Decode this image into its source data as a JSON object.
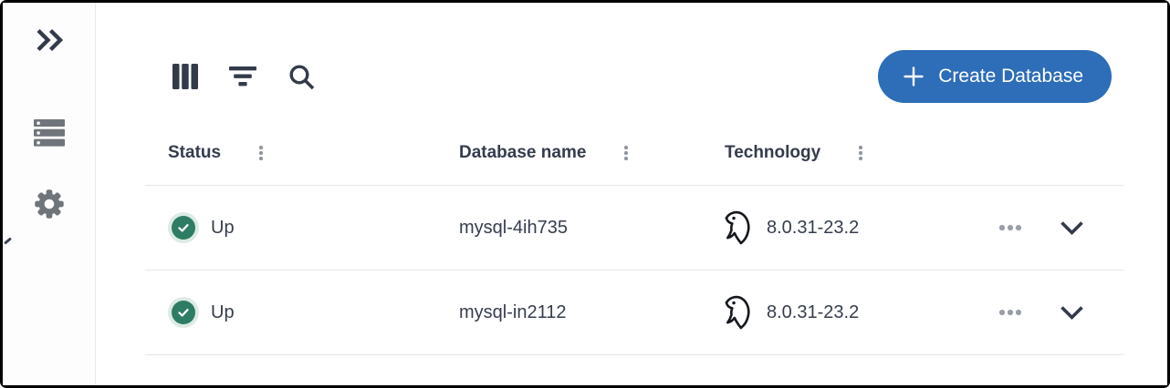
{
  "sidebar": {
    "items": [
      {
        "id": "expand",
        "icon": "double-chevron-right-icon"
      },
      {
        "id": "databases",
        "icon": "server-icon"
      },
      {
        "id": "settings",
        "icon": "gear-icon"
      }
    ]
  },
  "toolbar": {
    "icons": [
      "columns-icon",
      "filter-icon",
      "search-icon"
    ],
    "create_button_label": "Create Database",
    "create_button_icon": "plus-icon"
  },
  "table": {
    "columns": [
      {
        "label": "Status"
      },
      {
        "label": "Database name"
      },
      {
        "label": "Technology"
      }
    ],
    "rows": [
      {
        "status": "Up",
        "status_icon": "check-circle-icon",
        "database_name": "mysql-4ih735",
        "technology_icon": "mysql-dolphin-icon",
        "technology_version": "8.0.31-23.2"
      },
      {
        "status": "Up",
        "status_icon": "check-circle-icon",
        "database_name": "mysql-in2112",
        "technology_icon": "mysql-dolphin-icon",
        "technology_version": "8.0.31-23.2"
      }
    ]
  },
  "colors": {
    "button_blue": "#2e6db8",
    "status_green": "#2e7c63",
    "status_ring": "#dcebe3",
    "icon_dark": "#343c4b",
    "icon_gray": "#70757b",
    "divider": "#e6e7e9"
  }
}
